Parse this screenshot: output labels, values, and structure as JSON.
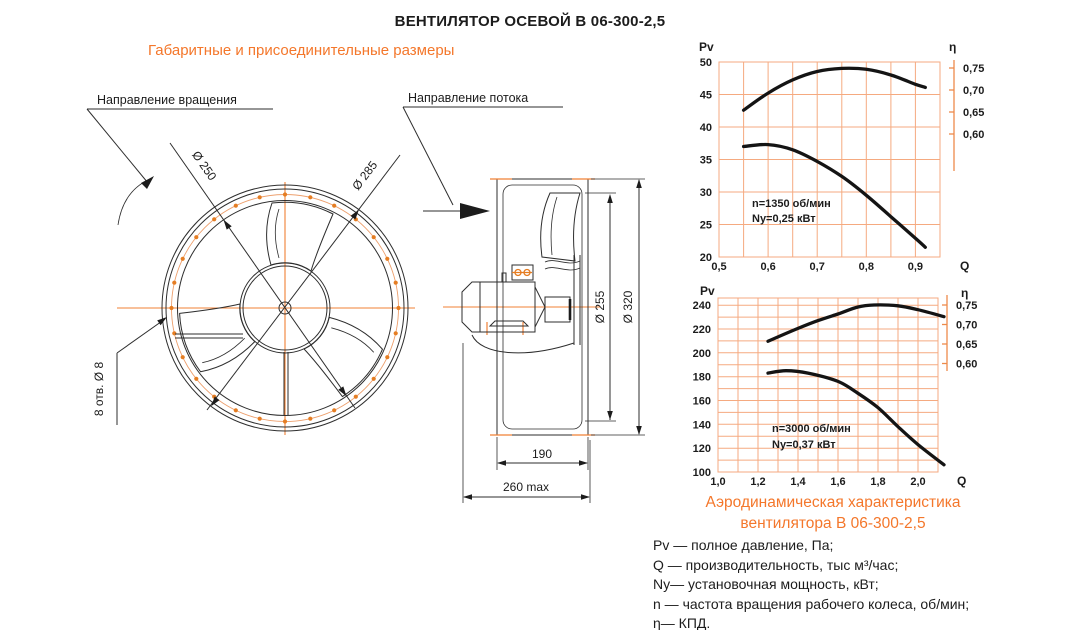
{
  "title": "ВЕНТИЛЯТОР ОСЕВОЙ В 06-300-2,5",
  "subtitle": "Габаритные и присоединительные размеры",
  "colors": {
    "accent": "#F4772B",
    "grid": "#F5AA80",
    "eta_axis": "#ED8A4A",
    "centerline": "#F08034",
    "bolt_dot": "#E57D22",
    "curve": "#141414"
  },
  "front_view": {
    "rotation_label": "Направление вращения",
    "dim_bore": "Ø 250",
    "dim_flange": "Ø 285",
    "holes": "8 отв. Ø 8"
  },
  "side_view": {
    "flow_label": "Направление потока",
    "dim_bore": "Ø 255",
    "dim_flange": "Ø 320",
    "dim_length": "190",
    "dim_total": "260 max"
  },
  "caption": {
    "line1": "Аэродинамическая характеристика",
    "line2": "вентилятора  В 06-300-2,5"
  },
  "legend": [
    "Pv — полное давление, Па;",
    "Q  — производительность, тыс м³/час;",
    "Ny— установочная мощность, кВт;",
    "n — частота вращения рабочего колеса,  об/мин;",
    "η— КПД."
  ],
  "chart_data": [
    {
      "type": "line",
      "title": "Аэродинамическая характеристика, n=1350 об/мин",
      "xlabel": "Q",
      "ylabel": "Pv",
      "y2label": "η",
      "x_unit": "тыс м³/час",
      "y_unit": "Па",
      "xlim": [
        0.5,
        0.95
      ],
      "x_grid_step": 0.05,
      "xticks": [
        0.5,
        0.6,
        0.7,
        0.8,
        0.9
      ],
      "ylim": [
        20,
        50
      ],
      "y_grid_step": 5,
      "yticks": [
        20,
        25,
        30,
        35,
        40,
        45,
        50
      ],
      "y2ticks": [
        0.75,
        0.7,
        0.65,
        0.6
      ],
      "annotation": [
        "n=1350 об/мин",
        "Ny=0,25 кВт"
      ],
      "grid": true,
      "series": [
        {
          "name": "Pv",
          "axis": "left",
          "x": [
            0.55,
            0.6,
            0.65,
            0.7,
            0.75,
            0.8,
            0.85,
            0.9,
            0.92
          ],
          "y": [
            37.0,
            37.3,
            36.5,
            34.7,
            32.4,
            29.5,
            26.2,
            22.9,
            21.5
          ]
        },
        {
          "name": "η",
          "axis": "right",
          "x": [
            0.55,
            0.6,
            0.65,
            0.7,
            0.75,
            0.8,
            0.85,
            0.9,
            0.92
          ],
          "y": [
            0.654,
            0.693,
            0.723,
            0.742,
            0.749,
            0.747,
            0.734,
            0.713,
            0.706
          ]
        }
      ]
    },
    {
      "type": "line",
      "title": "Аэродинамическая характеристика, n=3000 об/мин",
      "xlabel": "Q",
      "ylabel": "Pv",
      "y2label": "η",
      "x_unit": "тыс м³/час",
      "y_unit": "Па",
      "xlim": [
        1.0,
        2.1
      ],
      "x_grid_step": 0.1,
      "xticks": [
        1.0,
        1.2,
        1.4,
        1.6,
        1.8,
        2.0
      ],
      "ylim": [
        100,
        246
      ],
      "y_grid_step": 10,
      "yticks": [
        100,
        120,
        140,
        160,
        180,
        200,
        220,
        240
      ],
      "y2ticks": [
        0.75,
        0.7,
        0.65,
        0.6
      ],
      "annotation": [
        "n=3000 об/мин",
        "Ny=0,37 кВт"
      ],
      "grid": true,
      "series": [
        {
          "name": "Pv",
          "axis": "left",
          "x": [
            1.25,
            1.34,
            1.45,
            1.6,
            1.7,
            1.8,
            1.9,
            2.0,
            2.13
          ],
          "y": [
            183,
            185,
            183,
            176,
            166,
            154,
            138,
            123,
            106
          ]
        },
        {
          "name": "η",
          "axis": "right",
          "x": [
            1.25,
            1.4,
            1.5,
            1.6,
            1.7,
            1.78,
            1.9,
            2.0,
            2.13
          ],
          "y": [
            0.657,
            0.69,
            0.71,
            0.727,
            0.745,
            0.75,
            0.748,
            0.738,
            0.72
          ]
        }
      ]
    }
  ]
}
